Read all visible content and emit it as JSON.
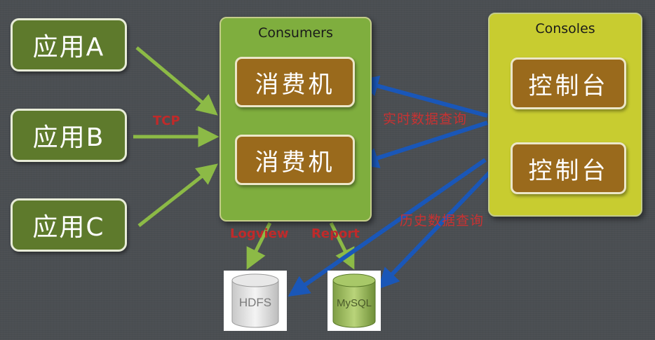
{
  "apps": [
    "应用A",
    "应用B",
    "应用C"
  ],
  "consumers": {
    "title": "Consumers",
    "nodes": [
      "消费机",
      "消费机"
    ]
  },
  "consoles": {
    "title": "Consoles",
    "nodes": [
      "控制台",
      "控制台"
    ]
  },
  "labels": {
    "tcp": "TCP",
    "realtime_query": "实时数据查询",
    "history_query": "历史数据查询",
    "logview": "Logview",
    "report": "Report"
  },
  "storage": {
    "hdfs": "HDFS",
    "mysql": "MySQL"
  },
  "colors": {
    "background": "#4a4e52",
    "app_green": "#5e7a2c",
    "consumers_panel": "#7fae3e",
    "consoles_panel": "#c8cc30",
    "node_brown": "#9a6a1c",
    "arrow_green": "#8cba46",
    "arrow_blue": "#1a57b8",
    "label_red": "#c02a2a"
  }
}
